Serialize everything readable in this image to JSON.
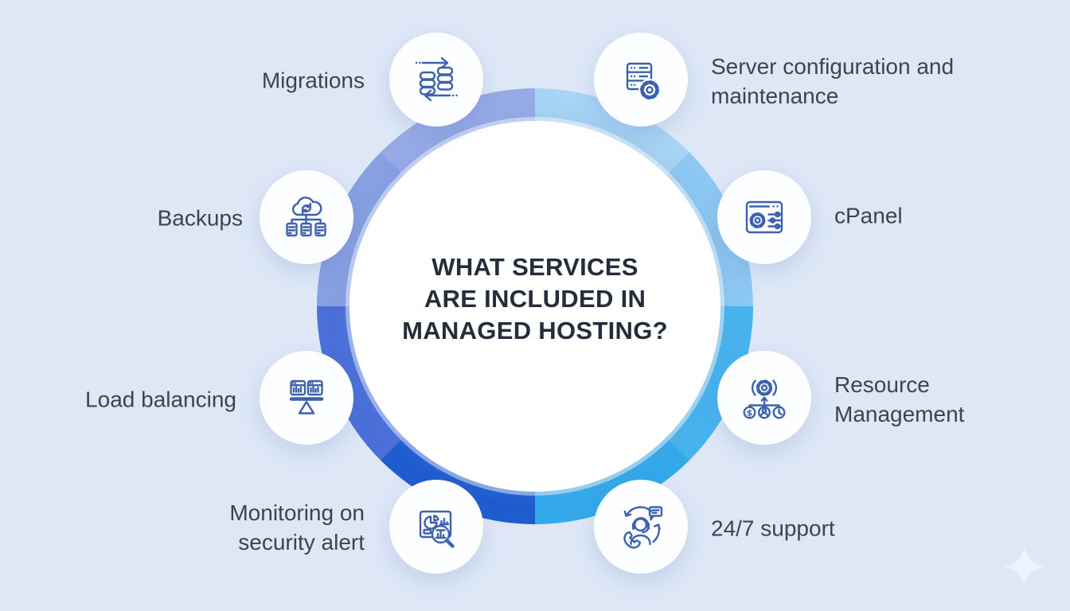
{
  "title": "WHAT SERVICES\nARE INCLUDED IN\nMANAGED HOSTING?",
  "services": [
    {
      "label": "Migrations",
      "icon": "database-migration-icon",
      "side": "left"
    },
    {
      "label": "Server configuration and maintenance",
      "icon": "server-gear-icon",
      "side": "right"
    },
    {
      "label": "Backups",
      "icon": "cloud-backup-icon",
      "side": "left"
    },
    {
      "label": "cPanel",
      "icon": "control-panel-icon",
      "side": "right"
    },
    {
      "label": "Load balancing",
      "icon": "load-balance-icon",
      "side": "left"
    },
    {
      "label": "Resource Management",
      "icon": "resource-management-icon",
      "side": "right"
    },
    {
      "label": "Monitoring on security alert",
      "icon": "monitoring-magnifier-icon",
      "side": "left"
    },
    {
      "label": "24/7 support",
      "icon": "support-agent-icon",
      "side": "right"
    }
  ],
  "colors": {
    "background": "#dde7f6",
    "icon_stroke": "#3c61ae",
    "title_text": "#242e3b",
    "label_text": "#3a4453",
    "sparkle": "#f2f7fe",
    "ring_segments": [
      "#a7d3f4",
      "#8cc8f1",
      "#47b3ee",
      "#33a9ea",
      "#1e5ccf",
      "#4a6fd9",
      "#87a0e2",
      "#96aae6"
    ]
  }
}
